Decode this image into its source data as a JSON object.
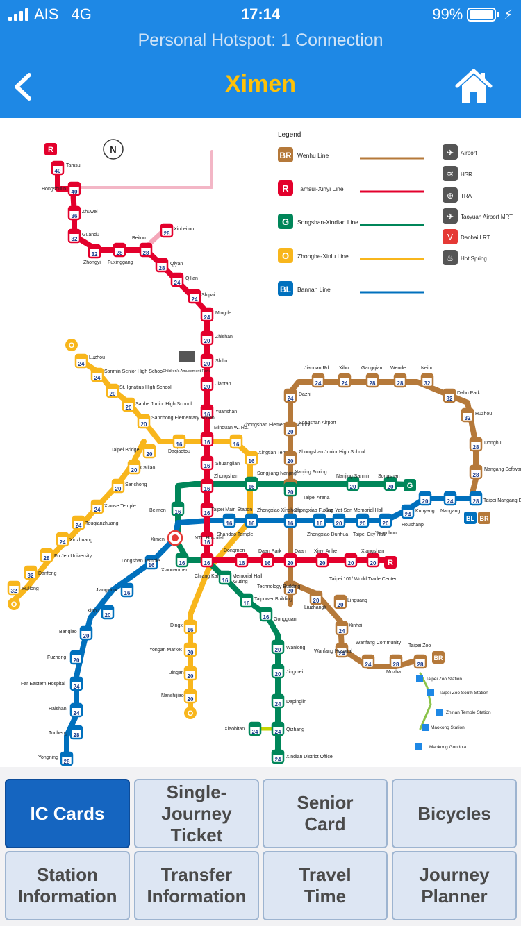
{
  "status": {
    "carrier": "AIS",
    "network": "4G",
    "time": "17:14",
    "battery": "99%",
    "hotspot": "Personal Hotspot: 1 Connection"
  },
  "nav": {
    "title": "Ximen",
    "back_icon": "chevron-left-icon",
    "home_icon": "home-icon"
  },
  "map": {
    "legend": {
      "title": "Legend",
      "lines": [
        {
          "code": "BR",
          "name": "Wenhu Line",
          "color": "#b5793a"
        },
        {
          "code": "R",
          "name": "Tamsui-Xinyi Line",
          "color": "#e3002c"
        },
        {
          "code": "G",
          "name": "Songshan-Xindian Line",
          "color": "#008659"
        },
        {
          "code": "O",
          "name": "Zhonghe-Xinlu Line",
          "color": "#f8b61c"
        },
        {
          "code": "BL",
          "name": "Bannan Line",
          "color": "#0070bd"
        }
      ],
      "symbols": [
        {
          "icon": "airport-icon",
          "label": "Airport"
        },
        {
          "icon": "hsr-icon",
          "label": "HSR"
        },
        {
          "icon": "tra-icon",
          "label": "TRA"
        },
        {
          "icon": "airport-mrt-icon",
          "label": "Taoyuan Airport MRT"
        },
        {
          "icon": "danhai-lrt-icon",
          "label": "Danhai LRT"
        },
        {
          "icon": "hot-spring-icon",
          "label": "Hot Spring"
        }
      ]
    },
    "stations": [
      {
        "name": "Tamsui",
        "fare": "40",
        "line": "R"
      },
      {
        "name": "Hongshulin",
        "fare": "40",
        "line": "R"
      },
      {
        "name": "Zhuwei",
        "fare": "36",
        "line": "R"
      },
      {
        "name": "Guandu",
        "fare": "32",
        "line": "R"
      },
      {
        "name": "Zhongyi",
        "fare": "32",
        "line": "R"
      },
      {
        "name": "Fuxinggang",
        "fare": "28",
        "line": "R"
      },
      {
        "name": "Beitou",
        "fare": "28",
        "line": "R"
      },
      {
        "name": "Xinbeitou",
        "fare": "28",
        "line": "R"
      },
      {
        "name": "Qiyan",
        "fare": "28",
        "line": "R"
      },
      {
        "name": "Qilian",
        "fare": "24",
        "line": "R"
      },
      {
        "name": "Shipai",
        "fare": "24",
        "line": "R"
      },
      {
        "name": "Mingde",
        "fare": "24",
        "line": "R"
      },
      {
        "name": "Zhishan",
        "fare": "20",
        "line": "R"
      },
      {
        "name": "Shilin",
        "fare": "20",
        "line": "R"
      },
      {
        "name": "Jiantan",
        "fare": "20",
        "line": "R"
      },
      {
        "name": "Yuanshan",
        "fare": "16",
        "line": "R"
      },
      {
        "name": "Minquan W. Rd.",
        "fare": "16",
        "line": "R"
      },
      {
        "name": "Shuanglian",
        "fare": "16",
        "line": "R"
      },
      {
        "name": "Zhongshan",
        "fare": "16",
        "line": "R"
      },
      {
        "name": "Taipei Main Station",
        "fare": "16",
        "line": "R"
      },
      {
        "name": "NTU Hospital",
        "fare": "16",
        "line": "R"
      },
      {
        "name": "Chiang Kai-Shek Memorial Hall",
        "fare": "16",
        "line": "R"
      },
      {
        "name": "Dongmen",
        "fare": "16",
        "line": "R"
      },
      {
        "name": "Daan Park",
        "fare": "16",
        "line": "R"
      },
      {
        "name": "Daan",
        "fare": "20",
        "line": "R"
      },
      {
        "name": "Xinyi Anhe",
        "fare": "20",
        "line": "R"
      },
      {
        "name": "Taipei 101/ World Trade Center",
        "fare": "20",
        "line": "R"
      },
      {
        "name": "Xiangshan",
        "fare": "20",
        "line": "R"
      },
      {
        "name": "Luzhou",
        "fare": "24",
        "line": "O"
      },
      {
        "name": "Sanmin Senior High School",
        "fare": "24",
        "line": "O"
      },
      {
        "name": "St. Ignatius High School",
        "fare": "20",
        "line": "O"
      },
      {
        "name": "Sanhe Junior High School",
        "fare": "20",
        "line": "O"
      },
      {
        "name": "Sanchong Elementary School",
        "fare": "20",
        "line": "O"
      },
      {
        "name": "Daqiaotou",
        "fare": "16",
        "line": "O"
      },
      {
        "name": "Zhongshan Elementary School",
        "fare": "16",
        "line": "O"
      },
      {
        "name": "Xingtian Temple",
        "fare": "16",
        "line": "O"
      },
      {
        "name": "Taipei Bridge",
        "fare": "20",
        "line": "O"
      },
      {
        "name": "Cailiao",
        "fare": "20",
        "line": "O"
      },
      {
        "name": "Sanchong",
        "fare": "20",
        "line": "O"
      },
      {
        "name": "Xianse Temple",
        "fare": "24",
        "line": "O"
      },
      {
        "name": "Touqianzhuang",
        "fare": "24",
        "line": "O"
      },
      {
        "name": "Xinzhuang",
        "fare": "24",
        "line": "O"
      },
      {
        "name": "Fu Jen University",
        "fare": "28",
        "line": "O"
      },
      {
        "name": "Danfeng",
        "fare": "32",
        "line": "O"
      },
      {
        "name": "Huilong",
        "fare": "32",
        "line": "O"
      },
      {
        "name": "Dingxi",
        "fare": "16",
        "line": "O"
      },
      {
        "name": "Yongan Market",
        "fare": "20",
        "line": "O"
      },
      {
        "name": "Jingan",
        "fare": "20",
        "line": "O"
      },
      {
        "name": "Nanshijiao",
        "fare": "20",
        "line": "O"
      },
      {
        "name": "Jiannan Rd.",
        "fare": "24",
        "line": "BR"
      },
      {
        "name": "Xihu",
        "fare": "24",
        "line": "BR"
      },
      {
        "name": "Gangqian",
        "fare": "28",
        "line": "BR"
      },
      {
        "name": "Wende",
        "fare": "28",
        "line": "BR"
      },
      {
        "name": "Neihu",
        "fare": "32",
        "line": "BR"
      },
      {
        "name": "Dazhi",
        "fare": "24",
        "line": "BR"
      },
      {
        "name": "Songshan Airport",
        "fare": "20",
        "line": "BR"
      },
      {
        "name": "Zhongshan Junior High School",
        "fare": "20",
        "line": "BR"
      },
      {
        "name": "Nanjing Fuxing",
        "fare": "16",
        "line": "BR"
      },
      {
        "name": "Dahu Park",
        "fare": "32",
        "line": "BR"
      },
      {
        "name": "Huzhou",
        "fare": "32",
        "line": "BR"
      },
      {
        "name": "Donghu",
        "fare": "28",
        "line": "BR"
      },
      {
        "name": "Nangang Software Park",
        "fare": "28",
        "line": "BR"
      },
      {
        "name": "Technology Building",
        "fare": "20",
        "line": "BR"
      },
      {
        "name": "Liuzhangli",
        "fare": "20",
        "line": "BR"
      },
      {
        "name": "Linguang",
        "fare": "20",
        "line": "BR"
      },
      {
        "name": "Xinhai",
        "fare": "24",
        "line": "BR"
      },
      {
        "name": "Wanfang Hospital",
        "fare": "24",
        "line": "BR"
      },
      {
        "name": "Wanfang Community",
        "fare": "24",
        "line": "BR"
      },
      {
        "name": "Muzha",
        "fare": "28",
        "line": "BR"
      },
      {
        "name": "Taipei Zoo",
        "fare": "28",
        "line": "BR"
      },
      {
        "name": "Songjiang Nanjing",
        "fare": "16",
        "line": "G"
      },
      {
        "name": "Taipei Arena",
        "fare": "20",
        "line": "G"
      },
      {
        "name": "Nanjing Sanmin",
        "fare": "20",
        "line": "G"
      },
      {
        "name": "Songshan",
        "fare": "20",
        "line": "G"
      },
      {
        "name": "Beimen",
        "fare": "16",
        "line": "G"
      },
      {
        "name": "Xiaonanmen",
        "fare": "16",
        "line": "G"
      },
      {
        "name": "Guting",
        "fare": "16",
        "line": "G"
      },
      {
        "name": "Taipower Building",
        "fare": "16",
        "line": "G"
      },
      {
        "name": "Gongguan",
        "fare": "16",
        "line": "G"
      },
      {
        "name": "Wanlong",
        "fare": "20",
        "line": "G"
      },
      {
        "name": "Jingmei",
        "fare": "20",
        "line": "G"
      },
      {
        "name": "Dapinglin",
        "fare": "24",
        "line": "G"
      },
      {
        "name": "Qizhang",
        "fare": "24",
        "line": "G"
      },
      {
        "name": "Xiaobitan",
        "fare": "24",
        "line": "G"
      },
      {
        "name": "Xindian District Office",
        "fare": "24",
        "line": "G"
      },
      {
        "name": "Ximen",
        "fare": "",
        "line": "BL"
      },
      {
        "name": "Shandao Temple",
        "fare": "16",
        "line": "BL"
      },
      {
        "name": "Zhongxiao Xinsheng",
        "fare": "16",
        "line": "BL"
      },
      {
        "name": "Zhongxiao Fuxing",
        "fare": "16",
        "line": "BL"
      },
      {
        "name": "Sun Yat-Sen Memorial Hall",
        "fare": "20",
        "line": "BL"
      },
      {
        "name": "Zhongxiao Dunhua",
        "fare": "16",
        "line": "BL"
      },
      {
        "name": "Taipei City Hall",
        "fare": "20",
        "line": "BL"
      },
      {
        "name": "Yongchun",
        "fare": "20",
        "line": "BL"
      },
      {
        "name": "Houshanpi",
        "fare": "24",
        "line": "BL"
      },
      {
        "name": "Kunyang",
        "fare": "20",
        "line": "BL"
      },
      {
        "name": "Nangang",
        "fare": "24",
        "line": "BL"
      },
      {
        "name": "Taipei Nangang Exhibition Center",
        "fare": "28",
        "line": "BL"
      },
      {
        "name": "Longshan Temple",
        "fare": "16",
        "line": "BL"
      },
      {
        "name": "Jiangzicui",
        "fare": "16",
        "line": "BL"
      },
      {
        "name": "Xinpu",
        "fare": "20",
        "line": "BL"
      },
      {
        "name": "Banqiao",
        "fare": "20",
        "line": "BL"
      },
      {
        "name": "Fuzhong",
        "fare": "20",
        "line": "BL"
      },
      {
        "name": "Far Eastern Hospital",
        "fare": "24",
        "line": "BL"
      },
      {
        "name": "Haishan",
        "fare": "24",
        "line": "BL"
      },
      {
        "name": "Tucheng",
        "fare": "28",
        "line": "BL"
      },
      {
        "name": "Yongning",
        "fare": "28",
        "line": "BL"
      }
    ],
    "gondola": [
      "Taipei Zoo Station",
      "Taipei Zoo South Station",
      "Zhinan Temple Station",
      "Maokong Station",
      "Maokong Gondola"
    ],
    "extra_labels": [
      "Children's Amusement Park"
    ]
  },
  "menu": [
    {
      "label": "IC Cards",
      "active": true
    },
    {
      "label": "Single-\nJourney\nTicket",
      "active": false
    },
    {
      "label": "Senior\nCard",
      "active": false
    },
    {
      "label": "Bicycles",
      "active": false
    },
    {
      "label": "Station\nInformation",
      "active": false
    },
    {
      "label": "Transfer\nInformation",
      "active": false
    },
    {
      "label": "Travel\nTime",
      "active": false
    },
    {
      "label": "Journey\nPlanner",
      "active": false
    }
  ]
}
